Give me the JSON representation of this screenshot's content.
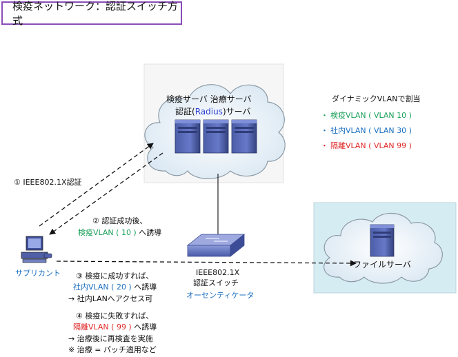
{
  "title": "検疫ネットワーク：認証スイッチ方式",
  "cloud_top": {
    "line1": "検疫サーバ 治療サーバ",
    "line2_prefix": "認証(",
    "line2_radius": "Radius",
    "line2_suffix": ")サーバ"
  },
  "vlan_legend": {
    "heading": "ダイナミックVLANで割当",
    "items": [
      {
        "bullet": "・",
        "label": "検疫VLAN ( VLAN 10 )",
        "color": "#1aa05a"
      },
      {
        "bullet": "・",
        "label": "社内VLAN ( VLAN 30 )",
        "color": "#1a6fc0"
      },
      {
        "bullet": "・",
        "label": "隔離VLAN ( VLAN 99 )",
        "color": "#e02828"
      }
    ]
  },
  "step1": "① IEEE802.1X認証",
  "step2": {
    "line1": "② 認証成功後、",
    "line2_vlan": "検疫VLAN ( 10 )",
    "line2_suffix": " へ誘導"
  },
  "step3": {
    "line1": "③ 検疫に成功すれば、",
    "line2_vlan": "社内VLAN ( 20 )",
    "line2_suffix": " へ誘導",
    "line3": "→  社内LANへアクセス可"
  },
  "step4": {
    "line1": "④ 検疫に失敗すれば、",
    "line2_vlan": "隔離VLAN ( 99 )",
    "line2_suffix": " へ誘導",
    "line3": "→  治療後に再検査を実施",
    "line4": "※  治療 = パッチ適用など"
  },
  "supplicant": "サプリカント",
  "switch_label": {
    "line1": "IEEE802.1X",
    "line2": "認証スイッチ",
    "role": "オーセンティケータ"
  },
  "file_server": "ファイルサーバ"
}
